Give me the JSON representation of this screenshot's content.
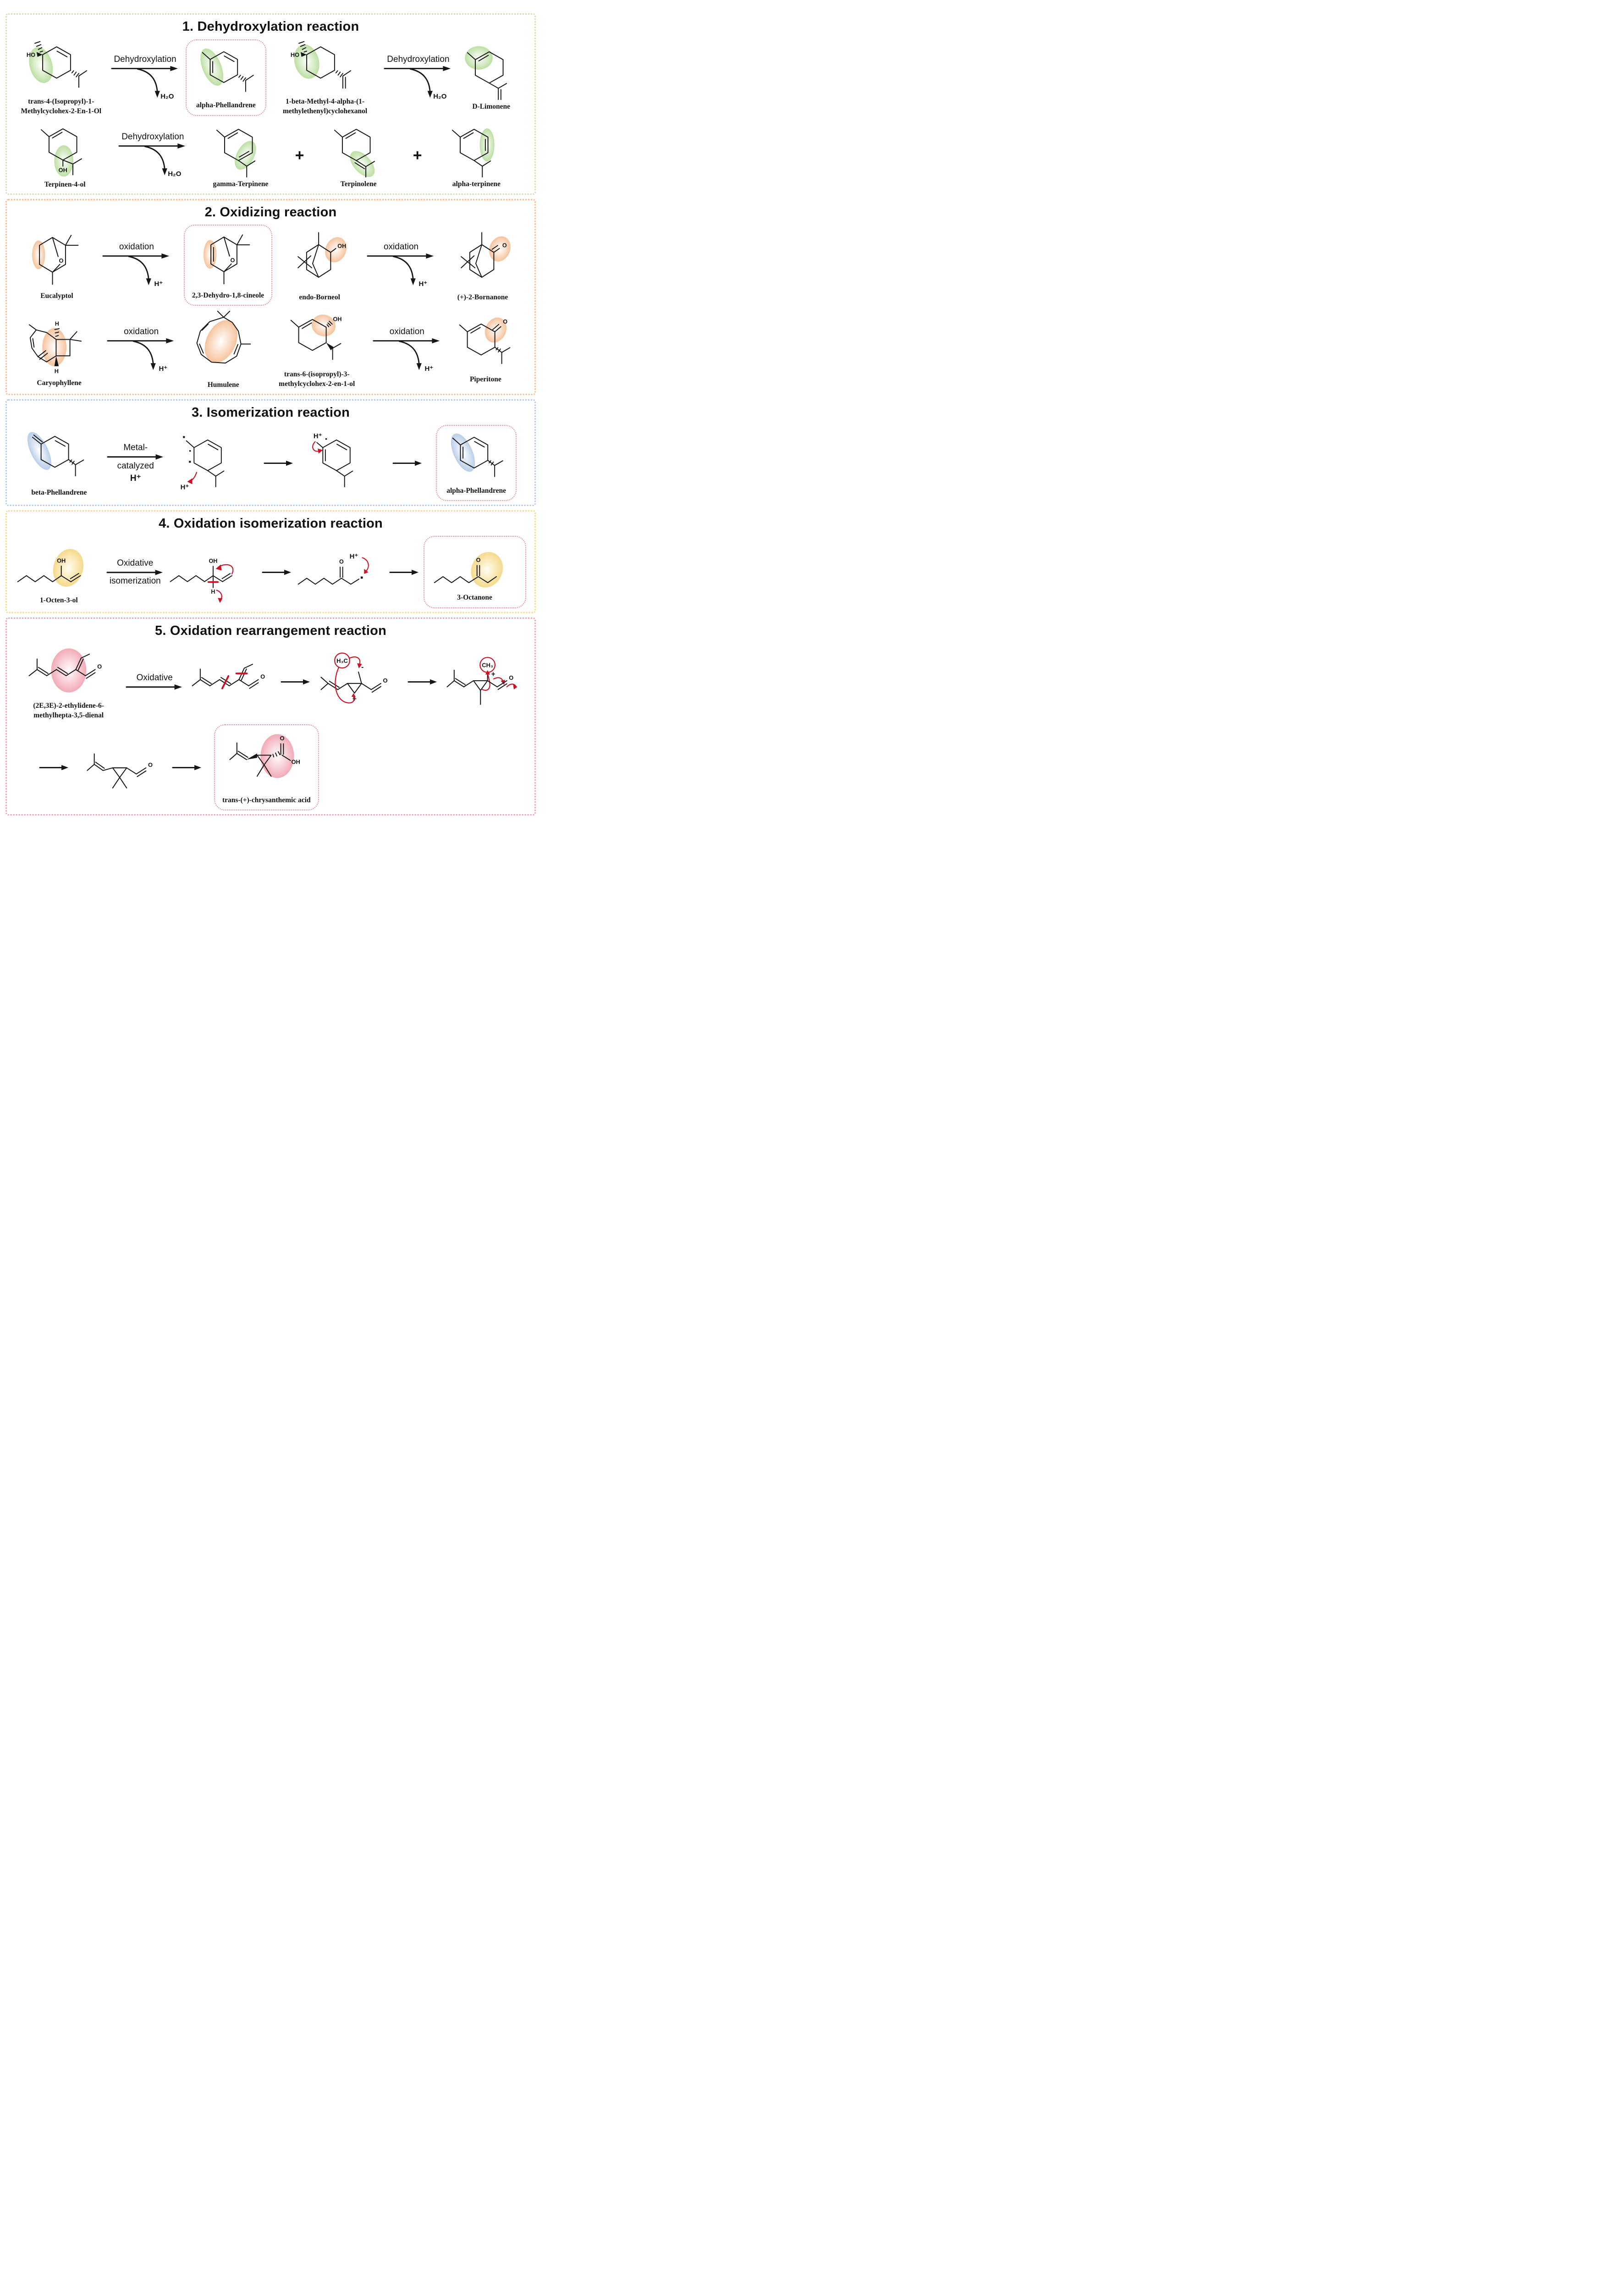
{
  "colors": {
    "section1_border": "#cbe2b4",
    "section2_border": "#f3bf9b",
    "section3_border": "#b3c8e6",
    "section4_border": "#f4d98e",
    "section5_border": "#efa3ac",
    "product_box_border": "#e98b96",
    "highlight_green": "#bcdfa2",
    "highlight_orange": "#f6c39c",
    "highlight_blue": "#b9cde9",
    "highlight_yellow": "#f6d98b",
    "highlight_pink": "#f2aab6",
    "mechanism_red": "#c81426",
    "bond_black": "#161616"
  },
  "atoms": {
    "HO": "HO",
    "OH": "OH",
    "O": "O",
    "H": "H",
    "H2O": "H₂O",
    "Hplus": "H⁺",
    "H3C": "H₃C",
    "CH3": "CH₃",
    "plus": "+",
    "minus": "-"
  },
  "s1": {
    "title": "1. Dehydroxylation reaction",
    "arrow_label": "Dehydroxylation",
    "byproduct": "H₂O",
    "plus": "+",
    "reactant1": "trans-4-(Isopropyl)-1-Methylcyclohex-2-En-1-Ol",
    "product1": "alpha-Phellandrene",
    "reactant2": "1-beta-Methyl-4-alpha-(1-methylethenyl)cyclohexanol",
    "product2": "D-Limonene",
    "reactant3": "Terpinen-4-ol",
    "product3a": "gamma-Terpinene",
    "product3b": "Terpinolene",
    "product3c": "alpha-terpinene"
  },
  "s2": {
    "title": "2. Oxidizing reaction",
    "arrow_label": "oxidation",
    "byproduct": "H⁺",
    "reactant1": "Eucalyptol",
    "product1": "2,3-Dehydro-1,8-cineole",
    "reactant2": "endo-Borneol",
    "product2": "(+)-2-Bornanone",
    "reactant3": "Caryophyllene",
    "product3": "Humulene",
    "reactant4": "trans-6-(isopropyl)-3-methylcyclohex-2-en-1-ol",
    "product4": "Piperitone"
  },
  "s3": {
    "title": "3. Isomerization reaction",
    "arrow_label_line1": "Metal-",
    "arrow_label_line2": "catalyzed",
    "arrow_label_line3": "H⁺",
    "reactant": "beta-Phellandrene",
    "product": "alpha-Phellandrene"
  },
  "s4": {
    "title": "4. Oxidation isomerization reaction",
    "arrow_label_line1": "Oxidative",
    "arrow_label_line2": "isomerization",
    "reactant": "1-Octen-3-ol",
    "product": "3-Octanone"
  },
  "s5": {
    "title": "5. Oxidation rearrangement reaction",
    "arrow_label": "Oxidative",
    "reactant": "(2E,3E)-2-ethylidene-6-methylhepta-3,5-dienal",
    "product": "trans-(+)-chrysanthemic acid"
  }
}
